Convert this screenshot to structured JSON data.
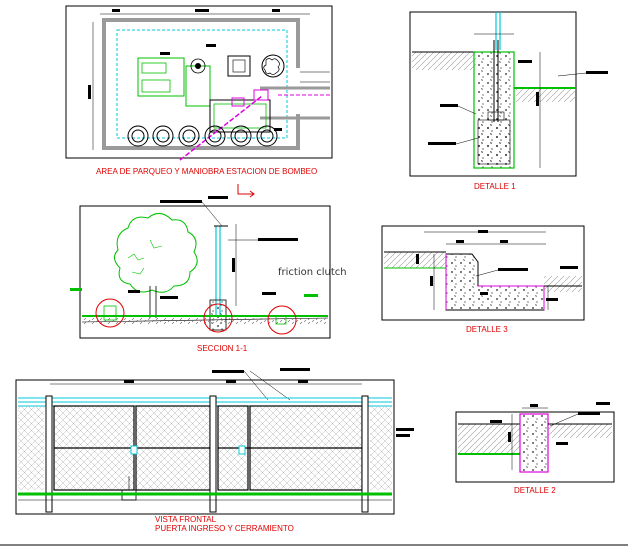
{
  "drawing": {
    "labels": {
      "parking": "AREA DE PARQUEO Y MANIOBRA ESTACION DE BOMBEO",
      "detail1": "DETALLE 1",
      "section": "SECCION 1-1",
      "detail3": "DETALLE 3",
      "detail2": "DETALLE 2",
      "front_line1": "VISTA FRONTAL",
      "front_line2": "PUERTA INGRESO Y CERRAMIENTO"
    },
    "overlay_text": "friction clutch",
    "colors": {
      "line": "#000000",
      "label": "#e00000",
      "green": "#00c000",
      "cyan": "#00c8d8",
      "magenta": "#e000e0",
      "gray": "#a8a8a8",
      "callout": "#e00000"
    }
  }
}
